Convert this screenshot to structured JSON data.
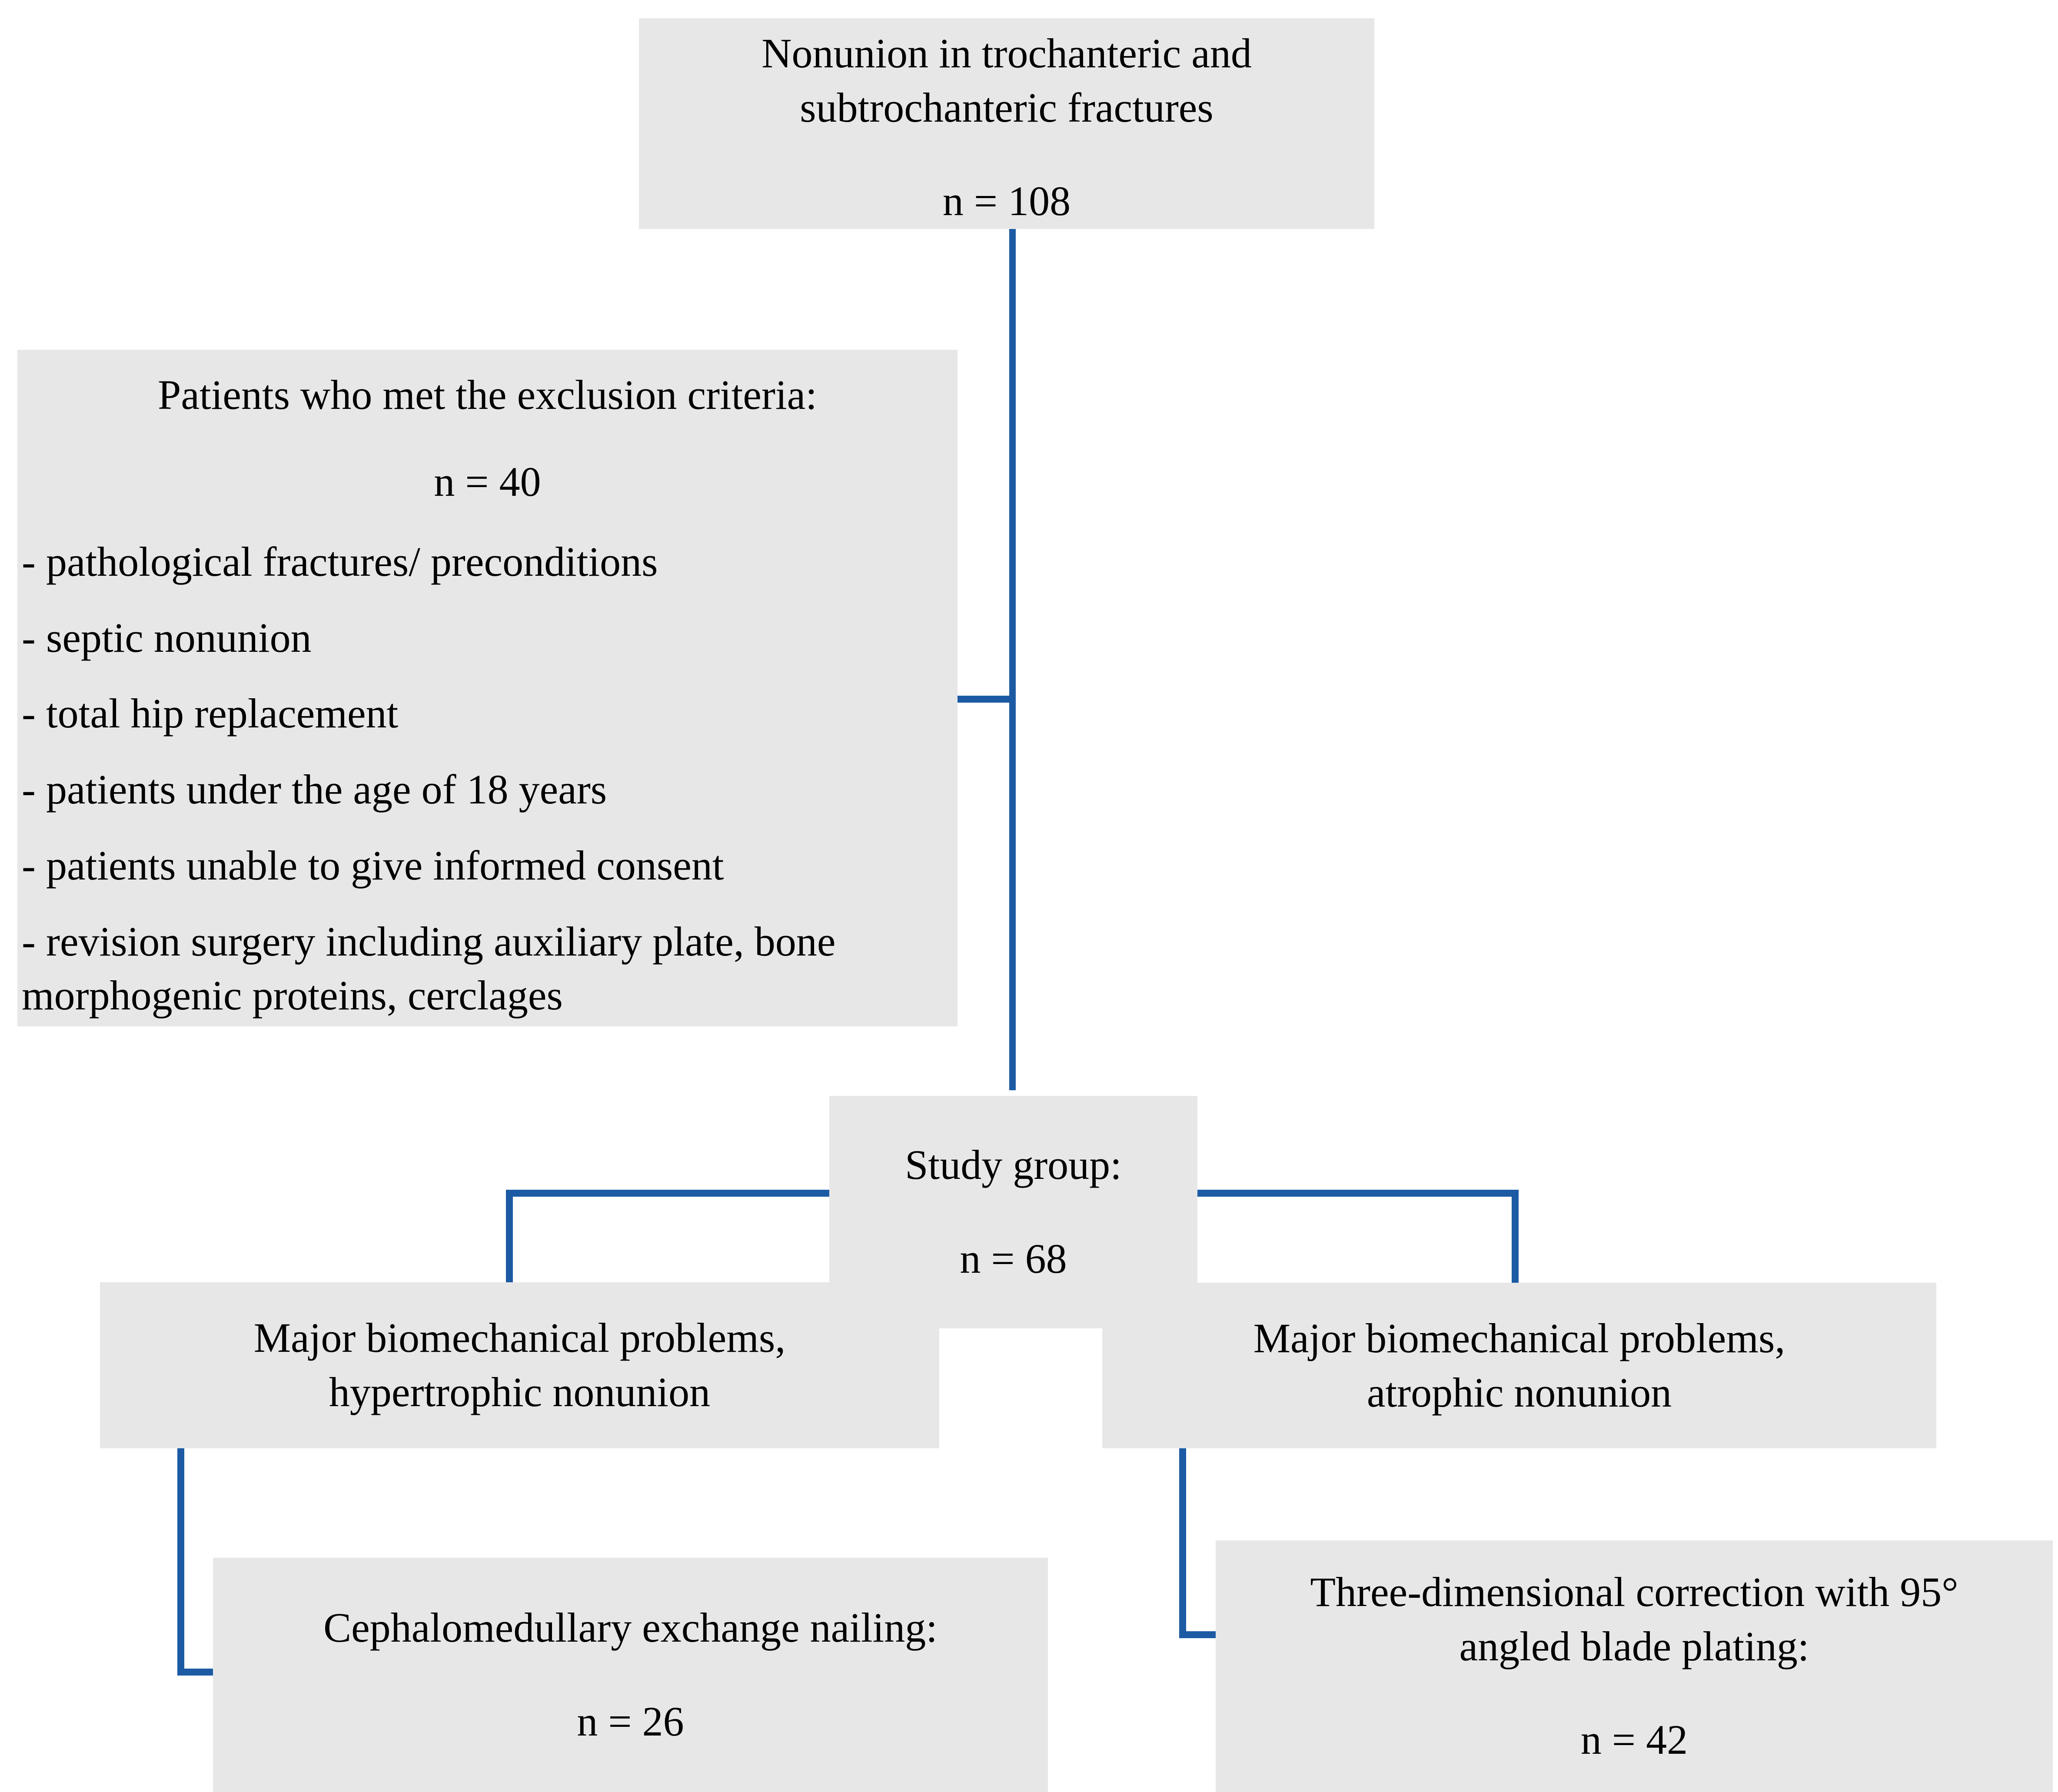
{
  "diagram": {
    "title": "Patient selection flow diagram for nonunion in trochanteric and subtrochanteric fractures",
    "type": "flowchart",
    "accent_color": "#1c5ba4",
    "box_fill_color": "#e7e7e7",
    "text_color": "#000000",
    "background_color": "#ffffff"
  },
  "nodes": {
    "source": {
      "label_line1": "Nonunion in trochanteric and",
      "label_line2": "subtrochanteric fractures",
      "count": "n = 108"
    },
    "exclusion": {
      "header": "Patients who met the exclusion criteria:",
      "count": "n = 40",
      "criteria": [
        "- pathological fractures/ preconditions",
        "- septic nonunion",
        "- total hip replacement",
        "- patients under the age of 18 years",
        "- patients unable to give informed consent",
        "- revision surgery including auxiliary plate, bone morphogenic proteins, cerclages"
      ]
    },
    "study_group": {
      "label": "Study group:",
      "count": "n = 68"
    },
    "branch_left": {
      "label_line1": "Major biomechanical problems,",
      "label_line2": "hypertrophic nonunion"
    },
    "branch_right": {
      "label_line1": "Major biomechanical problems,",
      "label_line2": "atrophic nonunion"
    },
    "treatment_left": {
      "label_line1": "Cephalomedullary exchange nailing:",
      "count": "n = 26"
    },
    "treatment_right": {
      "label_line1": "Three-dimensional correction with 95°",
      "label_line2": "angled blade plating:",
      "count": "n = 42"
    }
  }
}
